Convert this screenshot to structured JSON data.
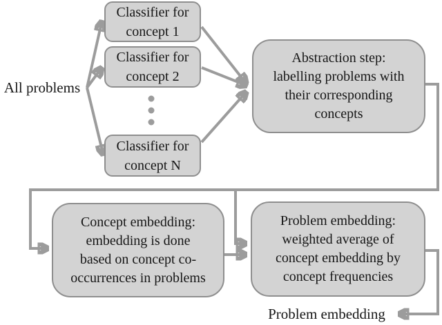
{
  "diagram": {
    "source_label": "All problems",
    "output_label": "Problem embedding",
    "classifiers": [
      {
        "text": "Classifier for\nconcept 1"
      },
      {
        "text": "Classifier for\nconcept 2"
      },
      {
        "text": "Classifier for\nconcept N"
      }
    ],
    "steps": {
      "abstraction": {
        "text": "Abstraction step:\nlabelling problems with\ntheir corresponding\nconcepts"
      },
      "concept_embedding": {
        "text": "Concept embedding:\nembedding is done\nbased on concept co-\noccurrences in problems"
      },
      "problem_embedding": {
        "text": "Problem embedding:\nweighted average of\nconcept embedding by\nconcept frequencies"
      }
    },
    "icons": {
      "ellipsis": "vertical-ellipsis-icon"
    },
    "colors": {
      "box_fill": "#d3d3d3",
      "box_border": "#8e8e8e",
      "arrow": "#9c9c9c",
      "text": "#161616",
      "background": "#ffffff"
    }
  }
}
